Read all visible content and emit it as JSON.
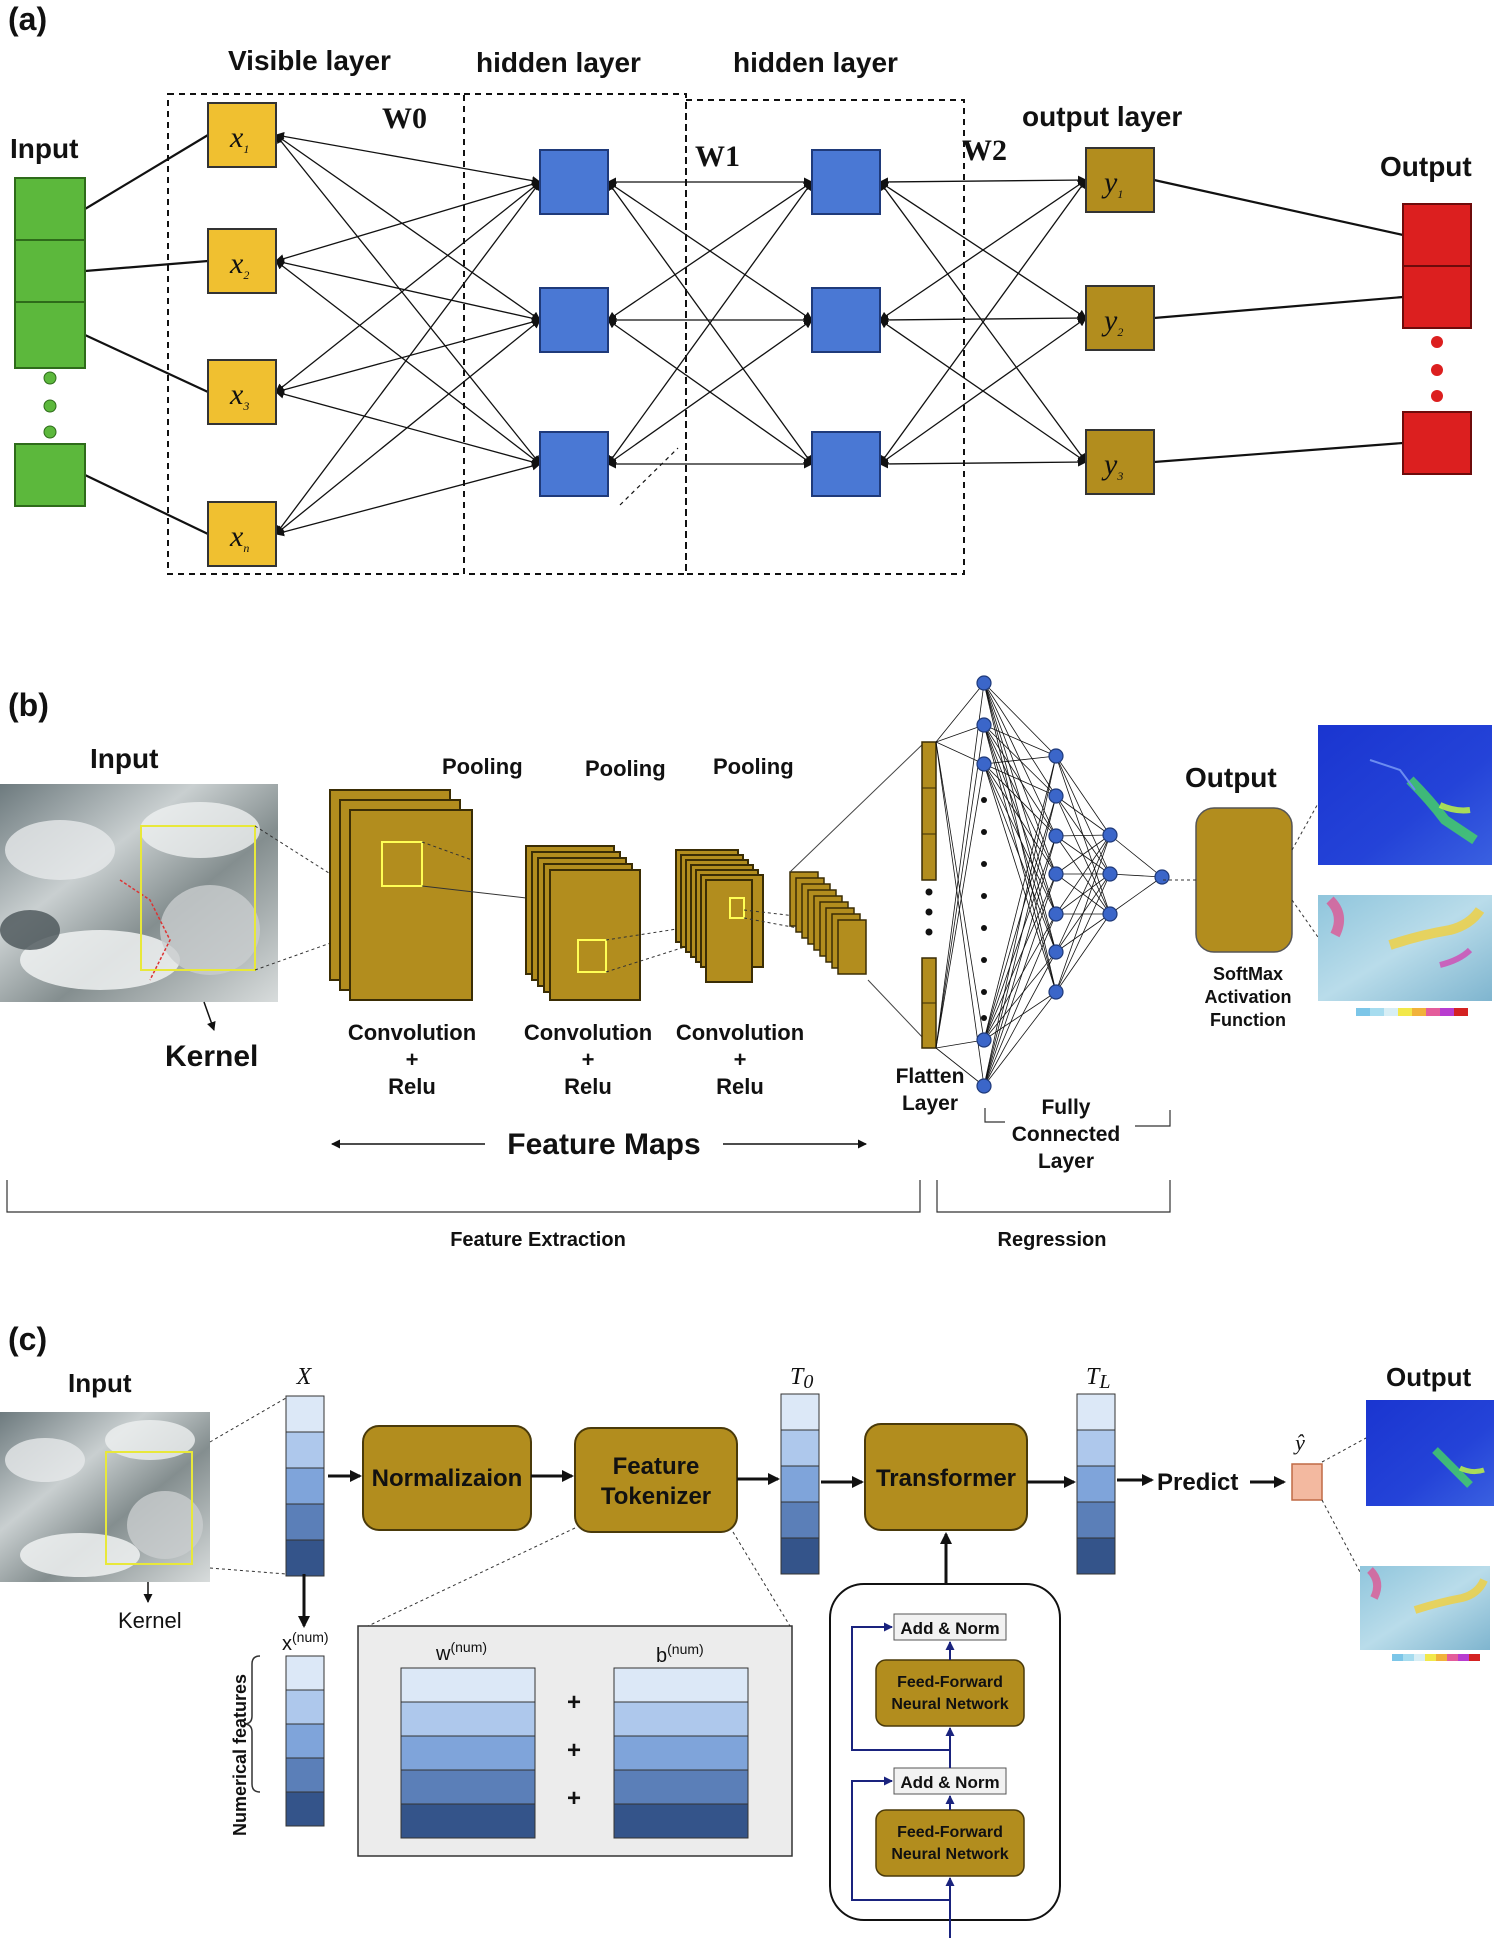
{
  "panel_a": {
    "panel_label": "(a)",
    "input_label": "Input",
    "visible_layer_label": "Visible layer",
    "hidden_layer1_label": "hidden layer",
    "hidden_layer2_label": "hidden layer",
    "output_layer_label": "output layer",
    "output_label": "Output",
    "weights": [
      "W0",
      "W1",
      "W2"
    ],
    "visible_nodes": [
      {
        "base": "x",
        "sub": "1"
      },
      {
        "base": "x",
        "sub": "2"
      },
      {
        "base": "x",
        "sub": "3"
      },
      {
        "base": "x",
        "sub": "n"
      }
    ],
    "output_nodes": [
      {
        "base": "y",
        "sub": "1"
      },
      {
        "base": "y",
        "sub": "2"
      },
      {
        "base": "y",
        "sub": "3"
      }
    ]
  },
  "panel_b": {
    "panel_label": "(b)",
    "input_label": "Input",
    "kernel_label": "Kernel",
    "pooling_labels": [
      "Pooling",
      "Pooling",
      "Pooling"
    ],
    "conv_labels": [
      [
        "Convolution",
        "+",
        "Relu"
      ],
      [
        "Convolution",
        "+",
        "Relu"
      ],
      [
        "Convolution",
        "+",
        "Relu"
      ]
    ],
    "flatten_label": [
      "Flatten",
      "Layer"
    ],
    "fc_label": [
      "Fully",
      "Connected",
      "Layer"
    ],
    "output_label": "Output",
    "softmax_label": [
      "SoftMax",
      "Activation",
      "Function"
    ],
    "feature_maps_label": "Feature Maps",
    "feature_extraction_label": "Feature Extraction",
    "regression_label": "Regression"
  },
  "panel_c": {
    "panel_label": "(c)",
    "input_label": "Input",
    "kernel_label": "Kernel",
    "x_label": "X",
    "x_num_label": "x",
    "x_num_sup": "(num)",
    "numerical_features_label": "Numerical features",
    "normalization_label": "Normalizaion",
    "tokenizer_label": [
      "Feature",
      "Tokenizer"
    ],
    "t0_label": "T",
    "t0_sub": "0",
    "transformer_label": "Transformer",
    "tl_label": "T",
    "tl_sub": "L",
    "predict_label": "Predict",
    "yhat_label": "ŷ",
    "output_label": "Output",
    "w_num_label": "w",
    "b_num_label": "b",
    "num_sup": "(num)",
    "plus_sign": "+",
    "add_norm_label": "Add & Norm",
    "ffn_label": [
      "Feed-Forward",
      "Neural Network"
    ]
  },
  "colors": {
    "green": "#5cb83c",
    "yellow": "#f0c030",
    "blue": "#4a78d4",
    "gold": "#b28d1e",
    "red": "#dc1f1f",
    "tokenizer_gray": "#ececec",
    "salmon": "#f3b9a0",
    "blues": [
      "#dce8f7",
      "#aec8ec",
      "#7fa4da",
      "#5b7fb8",
      "#34548a"
    ]
  }
}
